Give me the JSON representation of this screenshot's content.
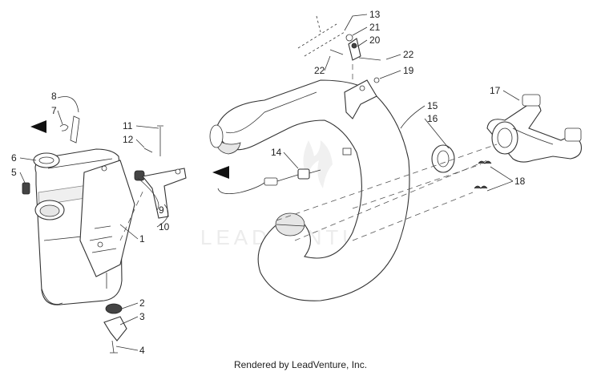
{
  "watermark": {
    "text": "LEADVENTURE"
  },
  "footer": {
    "credit": "Rendered by LeadVenture, Inc."
  },
  "callouts": {
    "c1": "1",
    "c2": "2",
    "c3": "3",
    "c4": "4",
    "c5": "5",
    "c6": "6",
    "c7": "7",
    "c8": "8",
    "c9": "9",
    "c10": "10",
    "c11": "11",
    "c12": "12",
    "c13": "13",
    "c14": "14",
    "c15": "15",
    "c16": "16",
    "c17": "17",
    "c18": "18",
    "c19": "19",
    "c20": "20",
    "c21": "21",
    "c22a": "22",
    "c22b": "22"
  }
}
